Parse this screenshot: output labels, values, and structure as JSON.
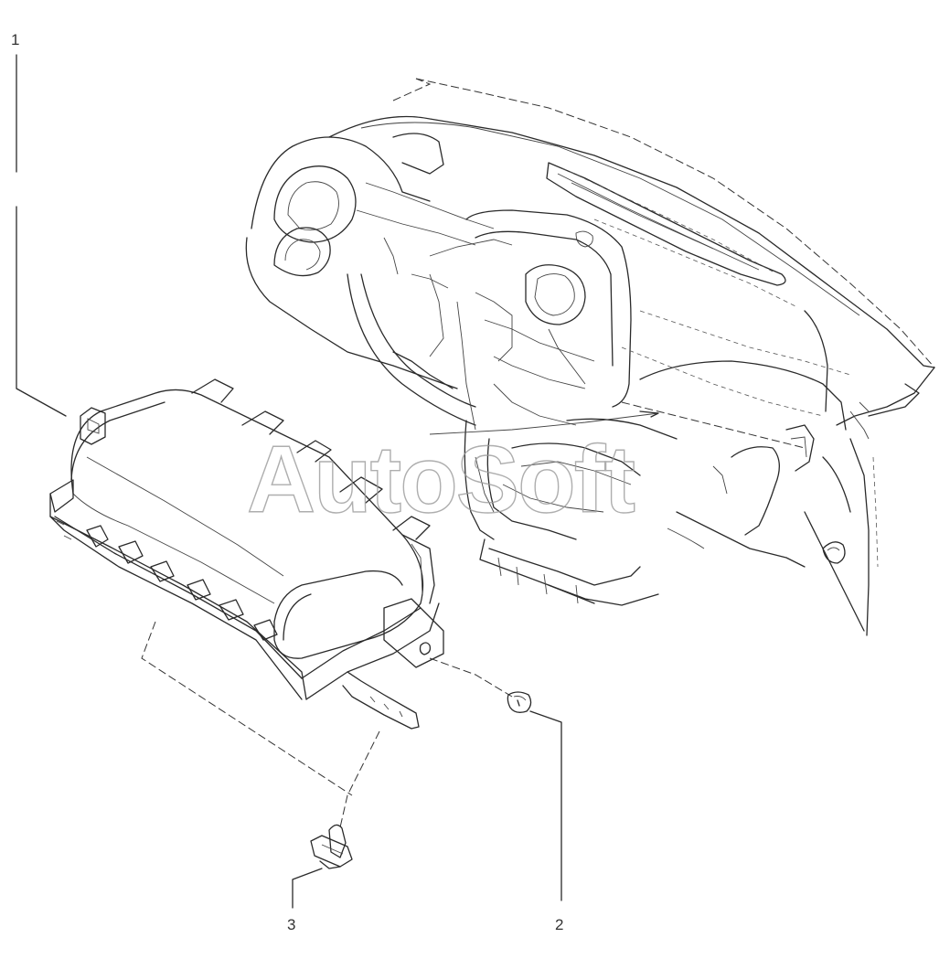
{
  "watermark": {
    "text": "AutoSoft"
  },
  "callouts": [
    {
      "number": "1"
    },
    {
      "number": "2"
    },
    {
      "number": "3"
    }
  ],
  "colors": {
    "line": "#2a2a2a",
    "watermark": "#9a9a9a",
    "background": "#ffffff"
  }
}
